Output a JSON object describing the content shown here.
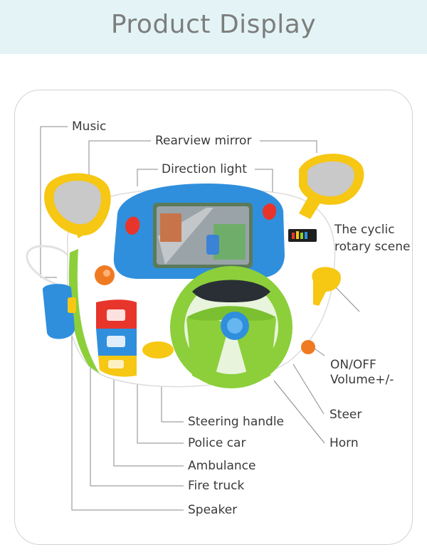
{
  "header": {
    "title": "Product Display"
  },
  "labels": {
    "music": "Music",
    "rearview_mirror": "Rearview mirror",
    "direction_light": "Direction light",
    "cyclic_line1": "The cyclic",
    "cyclic_line2": "rotary scene",
    "onoff_line1": "ON/OFF",
    "onoff_line2": "Volume+/-",
    "steer": "Steer",
    "horn": "Horn",
    "steering_handle": "Steering handle",
    "police_car": "Police car",
    "ambulance": "Ambulance",
    "fire_truck": "Fire truck",
    "speaker": "Speaker"
  },
  "colors": {
    "header_bg": "#e4f4f6",
    "toy_green": "#8ccf3a",
    "toy_blue": "#2f8fdd",
    "toy_yellow": "#f6c713",
    "toy_orange": "#f07a22",
    "button_red": "#e8352b"
  }
}
